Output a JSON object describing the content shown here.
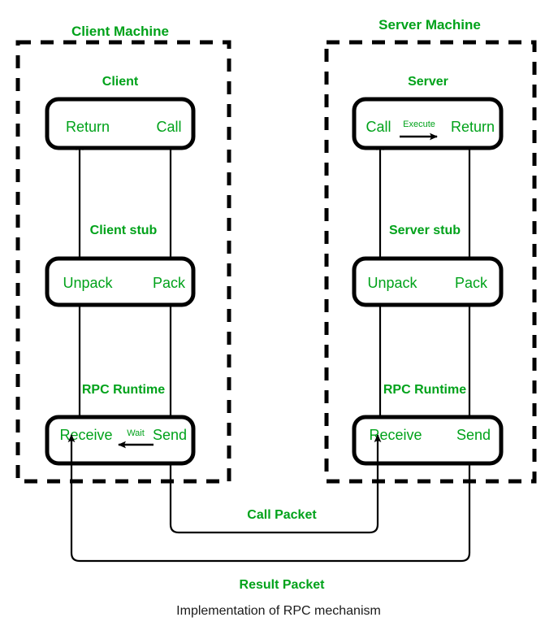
{
  "diagram": {
    "caption": "Implementation of RPC mechanism",
    "colors": {
      "label_green": "#00a21a",
      "caption_black": "#1a1a1a",
      "stroke_black": "#000000",
      "background": "#ffffff"
    },
    "machines": [
      {
        "id": "client-machine",
        "title": "Client Machine",
        "layers": [
          {
            "id": "client",
            "title": "Client",
            "left_label": "Return",
            "right_label": "Call",
            "inner_label": "",
            "inner_arrow": ""
          },
          {
            "id": "client-stub",
            "title": "Client stub",
            "left_label": "Unpack",
            "right_label": "Pack",
            "inner_label": "",
            "inner_arrow": ""
          },
          {
            "id": "client-rpc-runtime",
            "title": "RPC Runtime",
            "left_label": "Receive",
            "right_label": "Send",
            "inner_label": "Wait",
            "inner_arrow": "left"
          }
        ]
      },
      {
        "id": "server-machine",
        "title": "Server Machine",
        "layers": [
          {
            "id": "server",
            "title": "Server",
            "left_label": "Call",
            "right_label": "Return",
            "inner_label": "Execute",
            "inner_arrow": "right"
          },
          {
            "id": "server-stub",
            "title": "Server stub",
            "left_label": "Unpack",
            "right_label": "Pack",
            "inner_label": "",
            "inner_arrow": ""
          },
          {
            "id": "server-rpc-runtime",
            "title": "RPC Runtime",
            "left_label": "Receive",
            "right_label": "Send",
            "inner_label": "",
            "inner_arrow": ""
          }
        ]
      }
    ],
    "packets": [
      {
        "id": "call-packet",
        "label": "Call Packet",
        "from": "client Send",
        "to": "server Receive"
      },
      {
        "id": "result-packet",
        "label": "Result Packet",
        "from": "server Send",
        "to": "client Receive"
      }
    ]
  }
}
